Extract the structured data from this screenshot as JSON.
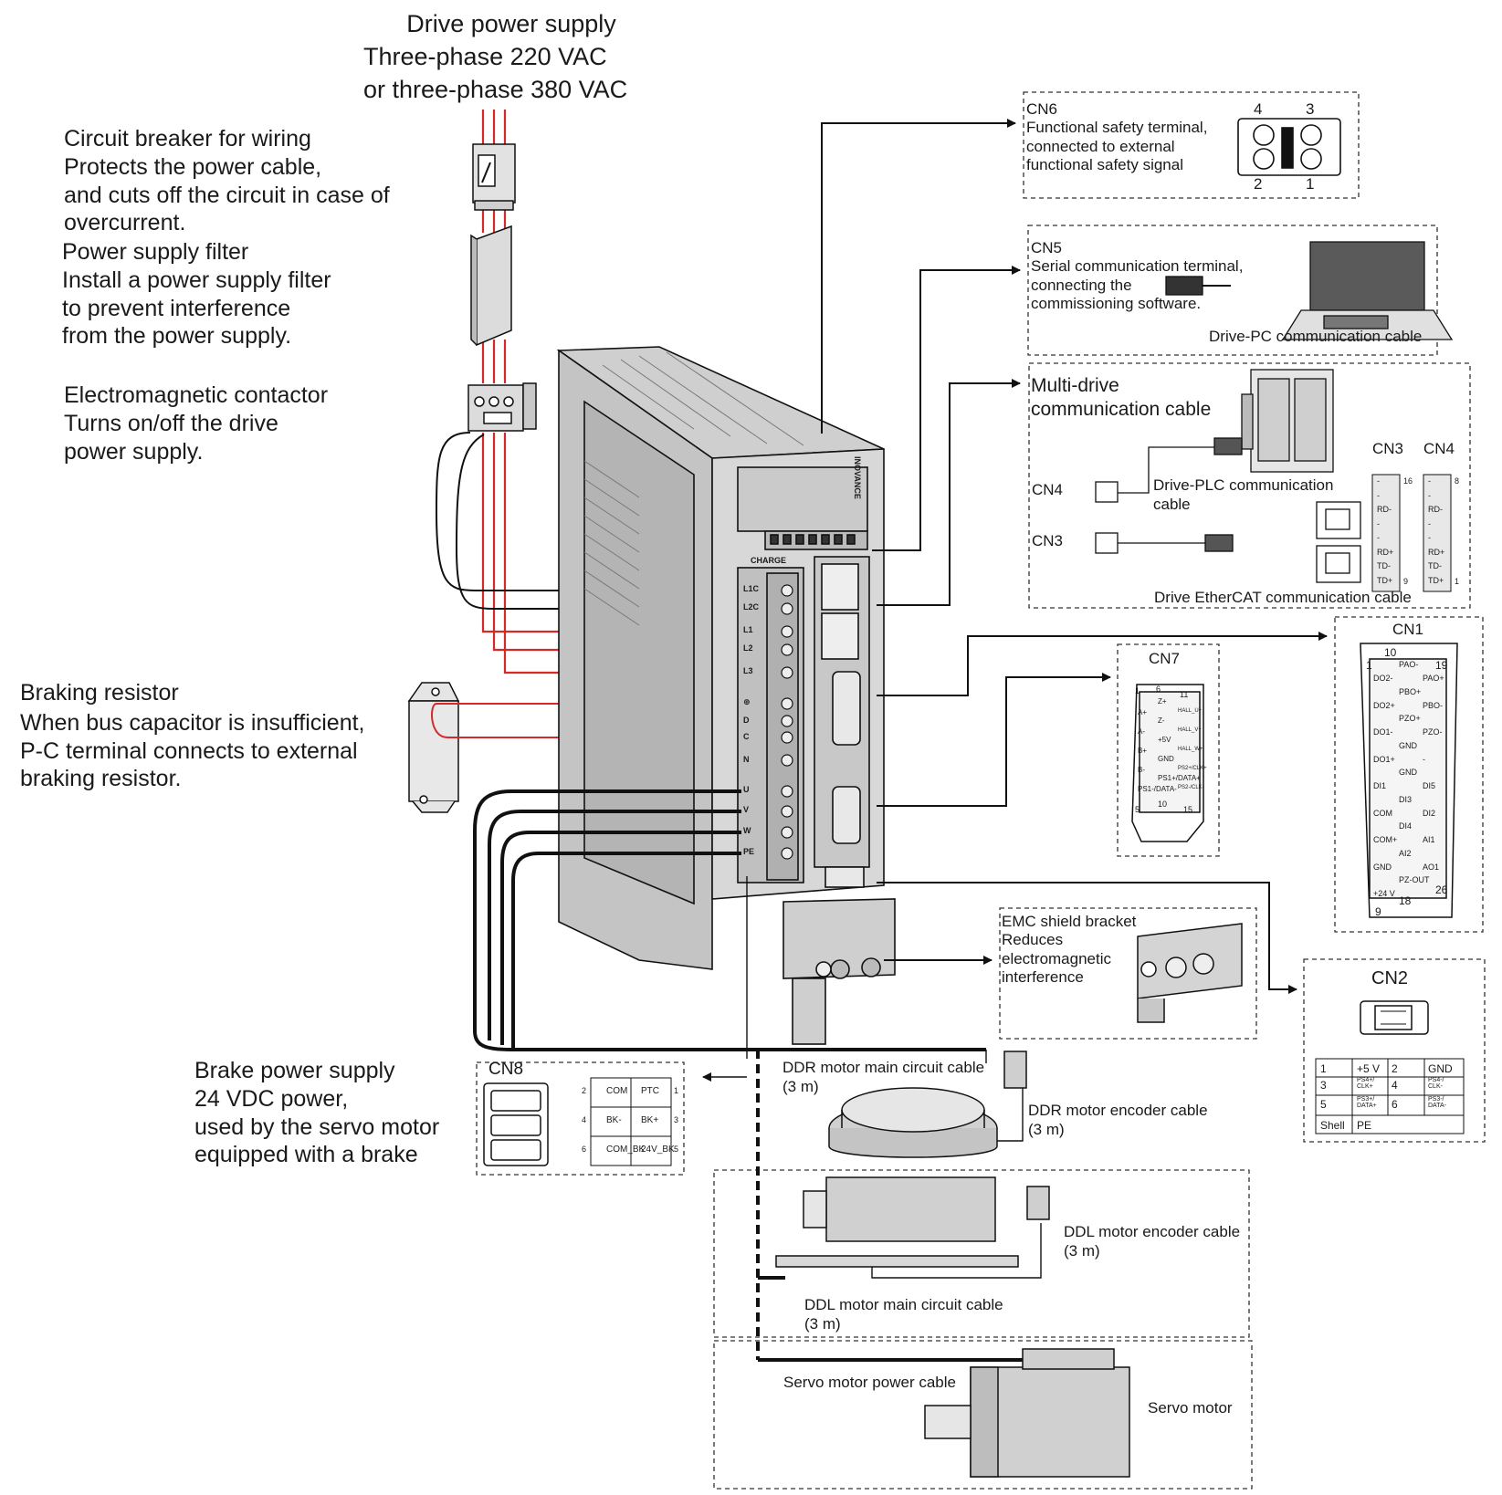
{
  "supply": {
    "title": "Drive power supply",
    "line2": "Three-phase 220 VAC",
    "line3": "or three-phase 380 VAC"
  },
  "breaker": {
    "title": "Circuit breaker for wiring",
    "desc": "Protects the power cable,\nand cuts off the circuit in case of\novercurrent."
  },
  "filter": {
    "title": "Power supply filter",
    "desc": "Install a power supply filter\nto prevent interference\nfrom the power supply."
  },
  "contactor": {
    "title": "Electromagnetic contactor",
    "desc": "Turns on/off the drive\npower supply."
  },
  "braking": {
    "title": "Braking resistor",
    "desc": "When bus capacitor is insufficient,\nP-C terminal connects to external\nbraking resistor."
  },
  "brake_power": {
    "title": "Brake power supply",
    "desc": "24 VDC power,\nused by the servo motor\nequipped with a brake"
  },
  "drive": {
    "brand": "INOVANCE",
    "charge": "CHARGE",
    "terminals": [
      "L1C",
      "L2C",
      "L1",
      "L2",
      "L3",
      "⊕",
      "D",
      "C",
      "N",
      "U",
      "V",
      "W",
      "PE"
    ],
    "port_labels": [
      "CN6",
      "CN5",
      "CN3",
      "CN4",
      "CN1",
      "CN7",
      "CN2",
      "CN8"
    ]
  },
  "cn6": {
    "name": "CN6",
    "desc": "Functional safety terminal,\nconnected to external\nfunctional safety signal",
    "pins_top": [
      "4",
      "3"
    ],
    "pins_bottom": [
      "2",
      "1"
    ]
  },
  "cn5": {
    "name": "CN5",
    "desc": "Serial communication terminal,\nconnecting the\ncommissioning software.",
    "cable": "Drive-PC communication cable"
  },
  "multi": {
    "title": "Multi-drive\ncommunication cable",
    "cn4": "CN4",
    "cn3": "CN3",
    "plc_cable": "Drive-PLC communication\ncable",
    "ethercat": "Drive EtherCAT communication cable",
    "cn3_head": "CN3",
    "cn4_head": "CN4",
    "cn3_pins": [
      "-",
      "-",
      "RD-",
      "-",
      "-",
      "RD+",
      "TD-",
      "TD+"
    ],
    "cn4_pins": [
      "-",
      "-",
      "RD-",
      "-",
      "-",
      "RD+",
      "TD-",
      "TD+"
    ],
    "cn3_num_top": "16",
    "cn3_num_bottom": "9",
    "cn4_num_top": "8",
    "cn4_num_bottom": "1"
  },
  "cn7": {
    "name": "CN7",
    "corner_nums": [
      "1",
      "6",
      "11",
      "5",
      "10",
      "15"
    ],
    "col1": [
      "A+",
      "A-",
      "B+",
      "B-",
      "PS1-/DATA-"
    ],
    "col2": [
      "Z+",
      "Z-",
      "+5V",
      "GND",
      "PS1+/DATA+"
    ],
    "col3": [
      "HALL_U+",
      "HALL_V+",
      "HALL_W+",
      "PS2+/CLK+",
      "PS2-/CLK-"
    ]
  },
  "cn1": {
    "name": "CN1",
    "corner_nums": [
      "10",
      "1",
      "19",
      "9",
      "18",
      "26"
    ],
    "left": [
      "DO2-",
      "DO2+",
      "DO1-",
      "DO1+",
      "DI1",
      "COM",
      "COM+",
      "GND",
      "+24 V"
    ],
    "middle": [
      "PAO-",
      "PBO+",
      "PZO+",
      "GND",
      "GND",
      "DI3",
      "DI4",
      "AI2",
      "PZ-OUT"
    ],
    "right": [
      "PAO+",
      "PBO-",
      "PZO-",
      "-",
      "DI5",
      "DI2",
      "AI1",
      "AO1"
    ]
  },
  "cn2": {
    "name": "CN2",
    "table": [
      [
        "1",
        "+5 V",
        "2",
        "GND"
      ],
      [
        "3",
        "PS4+/\nCLK+",
        "4",
        "PS4-/\nCLK-"
      ],
      [
        "5",
        "PS3+/\nDATA+",
        "6",
        "PS3-/\nDATA-"
      ],
      [
        "Shell",
        "PE",
        "",
        ""
      ]
    ]
  },
  "cn8": {
    "name": "CN8",
    "table": [
      [
        "2",
        "COM",
        "PTC",
        "1"
      ],
      [
        "4",
        "BK-",
        "BK+",
        "3"
      ],
      [
        "6",
        "COM_BK",
        "24V_BK",
        "5"
      ]
    ]
  },
  "emc": {
    "title": "EMC shield bracket",
    "desc": "Reduces\nelectromagnetic\ninterference"
  },
  "ddr": {
    "main": "DDR motor main circuit cable\n(3 m)",
    "encoder": "DDR motor encoder cable\n(3 m)"
  },
  "ddl": {
    "encoder": "DDL motor encoder cable\n(3 m)",
    "main": "DDL motor main circuit cable\n(3 m)"
  },
  "servo": {
    "power_cable": "Servo motor power cable",
    "motor": "Servo motor"
  },
  "colors": {
    "power_line": "#d42a2a",
    "wire": "#111111",
    "device_fill": "#d6d6d6",
    "device_dark": "#9a9a9a",
    "dashed": "#333333"
  }
}
